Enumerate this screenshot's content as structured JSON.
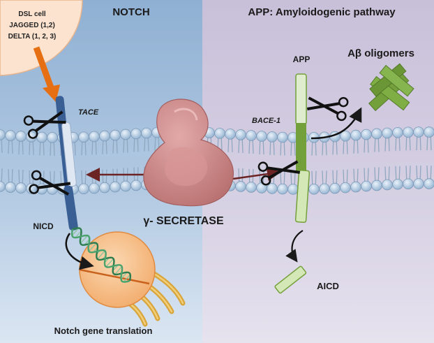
{
  "left_panel": {
    "title": "NOTCH",
    "dsl_cell": {
      "line1": "DSL cell",
      "line2": "JAGGED (1,2)",
      "line3": "DELTA (1, 2, 3)"
    },
    "tace_label": "TACE",
    "nicd_label": "NICD",
    "translation_label": "Notch gene translation"
  },
  "right_panel": {
    "title": "APP: Amyloidogenic pathway",
    "app_label": "APP",
    "oligomers_label": "Aβ oligomers",
    "bace_label": "BACE-1",
    "aicd_label": "AICD"
  },
  "center": {
    "secretase_label": "γ- SECRETASE"
  },
  "colors": {
    "left_bg": "#9cb8d6",
    "right_bg": "#cbc3da",
    "membrane_head": "#b5cde2",
    "secretase": "#c98282",
    "notch": "#3a5f94",
    "app_green": "#74a03c",
    "orange_arrow": "#e56f12",
    "nucleus": "#f6be88"
  }
}
